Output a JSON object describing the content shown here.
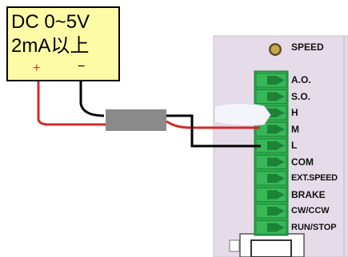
{
  "power_supply": {
    "line1": "DC 0~5V",
    "line2": "2mA以上",
    "positive_symbol": "+",
    "negative_symbol": "−",
    "color": "#fdfba6"
  },
  "controller": {
    "knob_label": "SPEED",
    "panel_color": "#e6dce9",
    "terminal_color": "#2ea84c",
    "terminals": [
      "A.O.",
      "S.O.",
      "H",
      "M",
      "L",
      "COM",
      "EXT.SPEED",
      "BRAKE",
      "CW/CCW",
      "RUN/STOP"
    ]
  },
  "wires": {
    "positive_color": "#d12a2a",
    "negative_color": "#000000",
    "sleeve_color": "#8a8a8a"
  }
}
